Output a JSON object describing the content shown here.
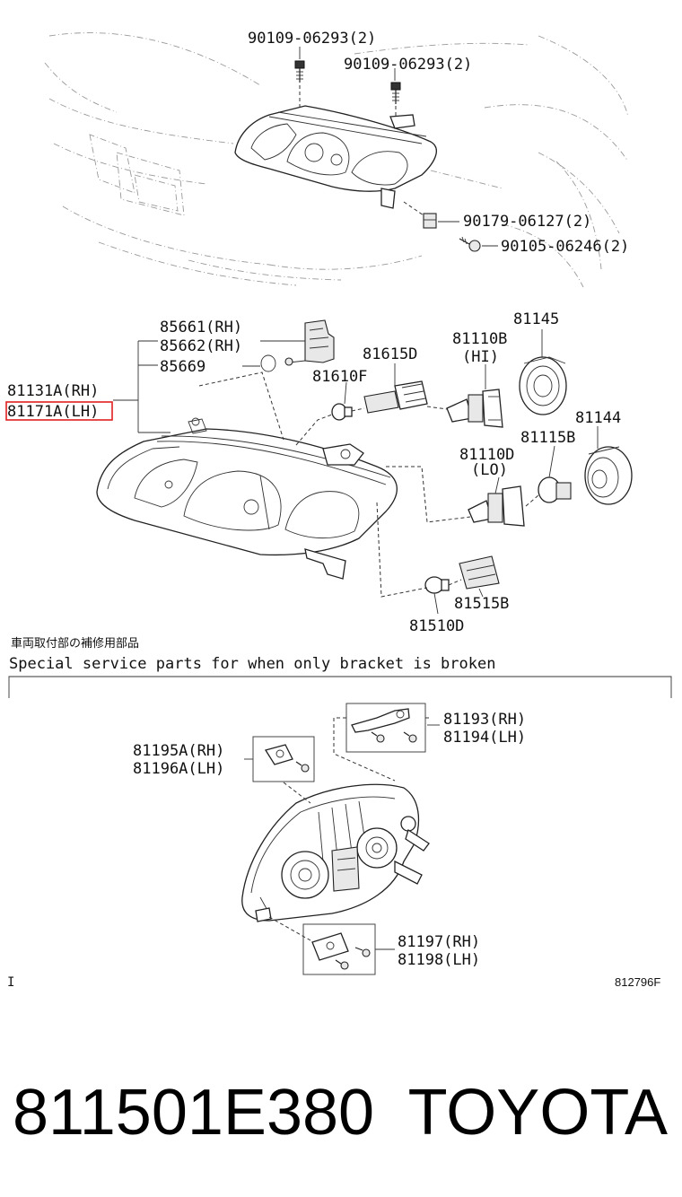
{
  "top_section": {
    "labels": {
      "bolt_a": "90109-06293(2)",
      "bolt_b": "90109-06293(2)",
      "clip": "90179-06127(2)",
      "screw": "90105-06246(2)"
    }
  },
  "middle_section": {
    "labels": {
      "p85661": "85661(RH)",
      "p85662": "85662(RH)",
      "p85669": "85669",
      "p81131": "81131A(RH)",
      "p81171": "81171A(LH)",
      "p81610": "81610F",
      "p81615": "81615D",
      "p81110b": "81110B",
      "hi": "(HI)",
      "p81145": "81145",
      "p81144": "81144",
      "p81115": "81115B",
      "p81110d": "81110D",
      "lo": "(LO)",
      "p81515": "81515B",
      "p81510": "81510D"
    },
    "highlighted_label": "81171A(LH)"
  },
  "service_note": {
    "japanese": "車両取付部の補修用部品",
    "english": "Special service parts for when only bracket is broken"
  },
  "bottom_section": {
    "labels": {
      "p81193": "81193(RH)",
      "p81194": "81194(LH)",
      "p81195": "81195A(RH)",
      "p81196": "81196A(LH)",
      "p81197": "81197(RH)",
      "p81198": "81198(LH)"
    }
  },
  "corner_marks": {
    "left": "I",
    "figure_code": "812796F"
  },
  "footer": {
    "part_number": "811501E380",
    "brand": "TOYOTA"
  },
  "colors": {
    "highlight": "#e02020",
    "ink": "#222222",
    "background": "#ffffff"
  }
}
